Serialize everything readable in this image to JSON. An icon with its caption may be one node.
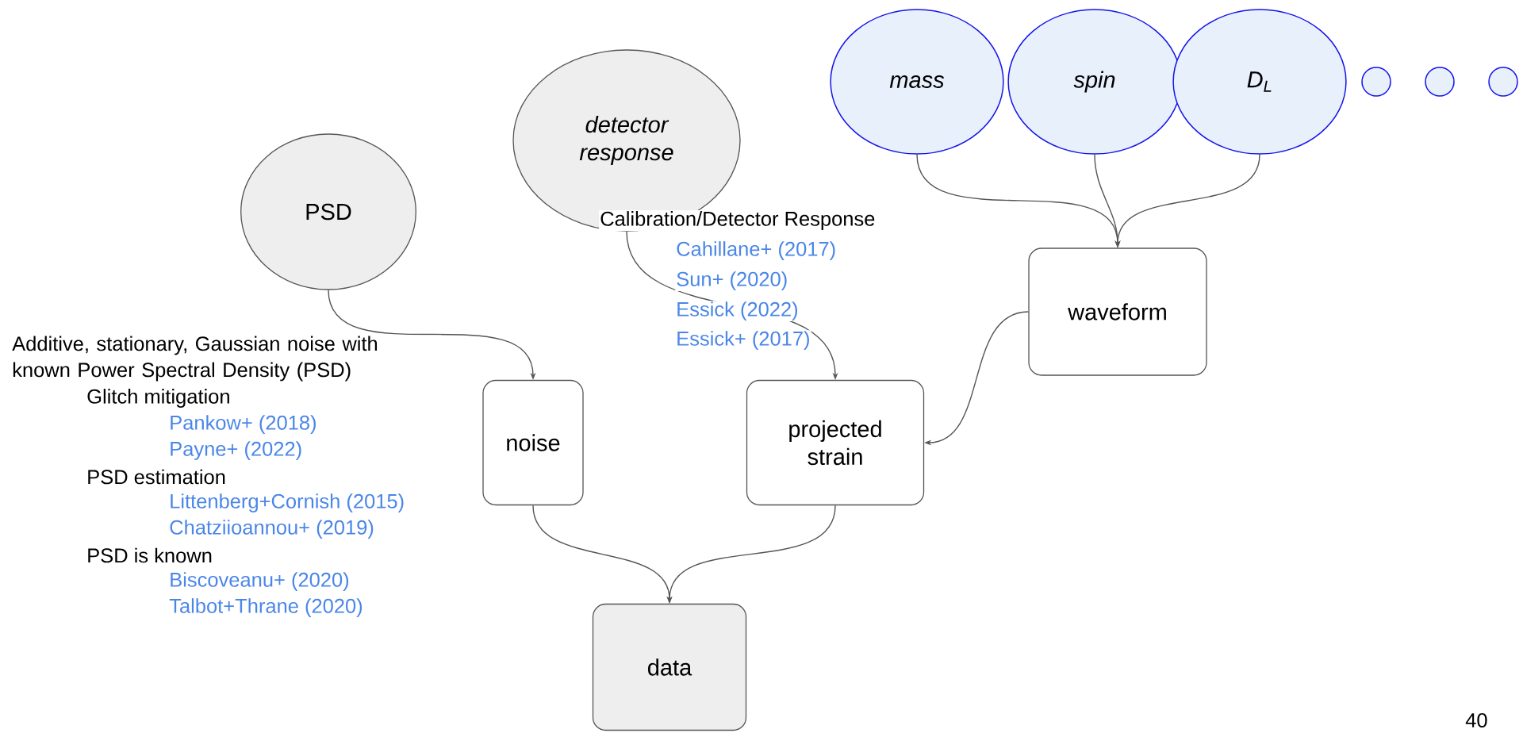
{
  "diagram": {
    "nodes": [
      {
        "text": [
          "mass"
        ]
      },
      {
        "text": [
          "spin"
        ]
      },
      {
        "text": [
          "D$_{L}$"
        ]
      },
      {
        "text": [],
        "shape": "circle"
      },
      {
        "text": [],
        "shape": "circle"
      },
      {
        "text": [],
        "shape": "circle"
      },
      {
        "text": [
          "detector response"
        ]
      },
      {
        "text": [
          "PSD"
        ]
      },
      {
        "text": [
          "waveform"
        ]
      },
      {
        "text": [
          "noise"
        ]
      },
      {
        "text": [
          "projected strain"
        ]
      },
      {
        "text": [
          "data"
        ]
      }
    ],
    "edges": [
      {
        "from": 0,
        "to": 8,
        "arrow": "to"
      },
      {
        "from": 1,
        "to": 8,
        "arrow": "to"
      },
      {
        "from": 2,
        "to": 8,
        "arrow": "to"
      },
      {
        "from": 6,
        "to": 10,
        "arrow": "to"
      },
      {
        "from": 7,
        "to": 9,
        "arrow": "to"
      },
      {
        "from": 8,
        "to": 10,
        "arrow": "to"
      },
      {
        "from": 9,
        "to": 11,
        "arrow": "to"
      },
      {
        "from": 10,
        "to": 11,
        "arrow": "to"
      }
    ],
    "labels": [
      "Calibration/Detector Response",
      "Cahillane+ (2017)",
      "Sun+ (2020)",
      "Essick (2022)",
      "Essick+ (2017)",
      "Additive, stationary, Gaussian noise with known Power Spectral Density (PSD)",
      "Glitch mitigation",
      "Pankow+ (2018)",
      "Payne+ (2022)",
      "PSD estimation",
      "Littenberg+Cornish (2015)",
      "Chatziioannou+ (2019)",
      "PSD is known",
      "Biscoveanu+ (2020)",
      "Talbot+Thrane (2020)",
      "40"
    ]
  }
}
